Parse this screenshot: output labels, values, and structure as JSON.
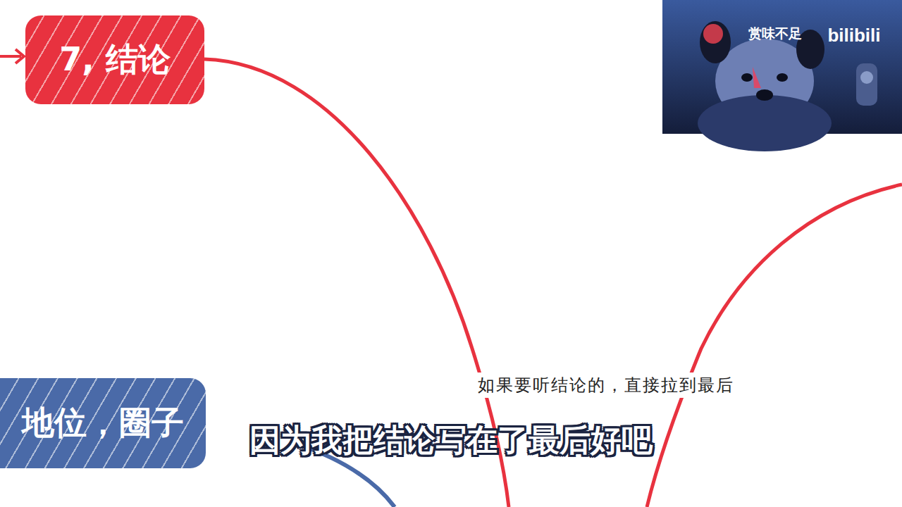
{
  "diagram": {
    "nodes": [
      {
        "text": [
          "7, 结论"
        ]
      },
      {
        "text": [
          "地位，圈子"
        ]
      }
    ],
    "labels": [
      "如果要听结论的，直接拉到最后",
      "因为我把结论写在了最后好吧",
      "赏味不足",
      "bilibili"
    ]
  }
}
